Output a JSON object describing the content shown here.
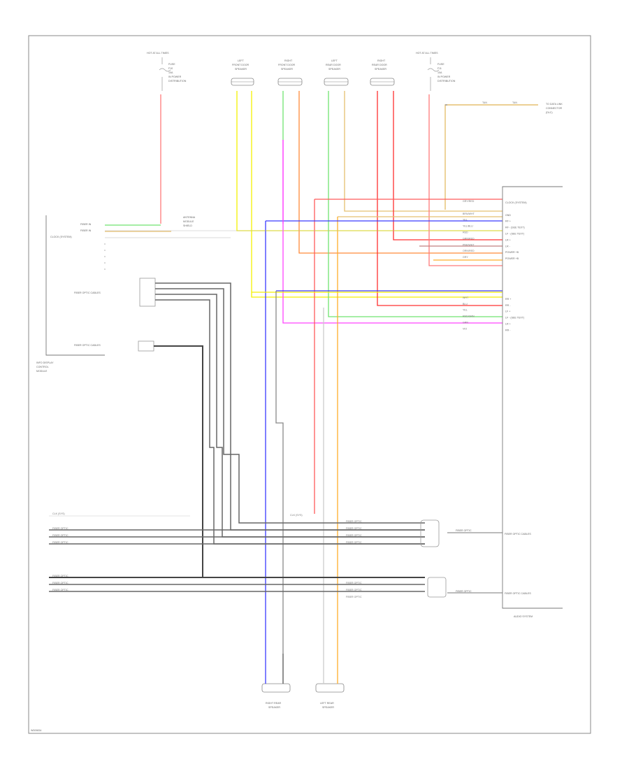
{
  "colors": {
    "red": "#ff6a6a",
    "yellow": "#f5f000",
    "green": "#6fe36f",
    "blue": "#3a3aff",
    "magenta": "#ff44ff",
    "orange": "#ffae2a",
    "tan": "#e5c070",
    "gray": "#9a9a9a",
    "dark": "#333333"
  },
  "labels": {
    "hot_at_all_times_left": "HOT AT ALL TIMES",
    "fuse_left_1": "FUSE",
    "fuse_left_2": "F10",
    "fuse_left_3": "10A",
    "fuse_left_4": "IN POWER",
    "fuse_left_5": "DISTRIBUTION",
    "hot_at_all_times_right": "HOT AT ALL TIMES",
    "fuse_right_1": "FUSE",
    "fuse_right_2": "F11",
    "fuse_right_3": "10A",
    "fuse_right_4": "IN POWER",
    "fuse_right_5": "DISTRIBUTION",
    "spk_lf_door_1": "LEFT",
    "spk_lf_door_2": "FRONT DOOR",
    "spk_lf_door_3": "SPEAKER",
    "spk_rf_door_1": "RIGHT",
    "spk_rf_door_2": "FRONT DOOR",
    "spk_rf_door_3": "SPEAKER",
    "spk_lr_door_1": "LEFT",
    "spk_lr_door_2": "REAR DOOR",
    "spk_lr_door_3": "SPEAKER",
    "spk_rr_door_1": "RIGHT",
    "spk_rr_door_2": "REAR DOOR",
    "spk_rr_door_3": "SPEAKER",
    "rear_spk_right_1": "RIGHT REAR",
    "rear_spk_right_2": "SPEAKER",
    "rear_spk_left_1": "LEFT REAR",
    "rear_spk_left_2": "SPEAKER",
    "shield_note_1": "ANTENNA",
    "shield_note_2": "MODULE",
    "shield_note_3": "SHIELD",
    "to_ground": "TO DATA LINK",
    "to_ground_2": "CONNECTOR",
    "to_ground_3": "(DLC)",
    "left_module_1": "INFO DISPLAY",
    "left_module_2": "CONTROL",
    "left_module_3": "MODULE",
    "amp_name": "AUDIO SYSTEM",
    "fiber_optic_1": "FIBER OPTIC CABLES",
    "fiber_optic_2": "FIBER OPTIC CABLES",
    "left_pin_1": "FIBER IN",
    "left_pin_2": "FIBER IN",
    "left_pin_3": "CLOCK (SYSTEM)",
    "fo_label_1": "FIBER OPTIC CABLES",
    "fo_label_2": "FIBER OPTIC CABLES",
    "page_id": "W009834"
  },
  "amp_pins": [
    {
      "wire": "GRY/RED",
      "label": "CLOCK (SYSTEM)"
    },
    {
      "wire": "",
      "label": ""
    },
    {
      "wire": "BRN/WHT",
      "label": "GND"
    },
    {
      "wire": "YEL",
      "label": "RF +"
    },
    {
      "wire": "YEL/BLU",
      "label": "RF -  (SEE TEXT)"
    },
    {
      "wire": "RED",
      "label": "LF -  (SEE TEXT)"
    },
    {
      "wire": "GRN/RED",
      "label": "LR +"
    },
    {
      "wire": "PNK/WHT",
      "label": "LR -"
    },
    {
      "wire": "ORN/RED",
      "label": "POWER +B"
    },
    {
      "wire": "GRY",
      "label": "POWER +B"
    },
    {
      "wire": "",
      "label": ""
    },
    {
      "wire": "WHT",
      "label": "RR +"
    },
    {
      "wire": "BLU",
      "label": "RR -"
    },
    {
      "wire": "YEL",
      "label": "LF +"
    },
    {
      "wire": "RED/GRN",
      "label": "LF -  (SEE TEXT)"
    },
    {
      "wire": "GRN",
      "label": "LR +"
    },
    {
      "wire": "VIO",
      "label": "RR -"
    }
  ],
  "left_wires": [
    "FIBER OPTIC",
    "FIBER OPTIC",
    "FIBER OPTIC",
    "FIBER OPTIC"
  ],
  "bottom_wires_1": [
    "CLK (SYS)",
    "FIBER OPTIC",
    "FIBER OPTIC",
    "FIBER OPTIC"
  ],
  "bottom_wires_2": [
    "FIBER OPTIC",
    "FIBER OPTIC",
    "FIBER OPTIC"
  ]
}
